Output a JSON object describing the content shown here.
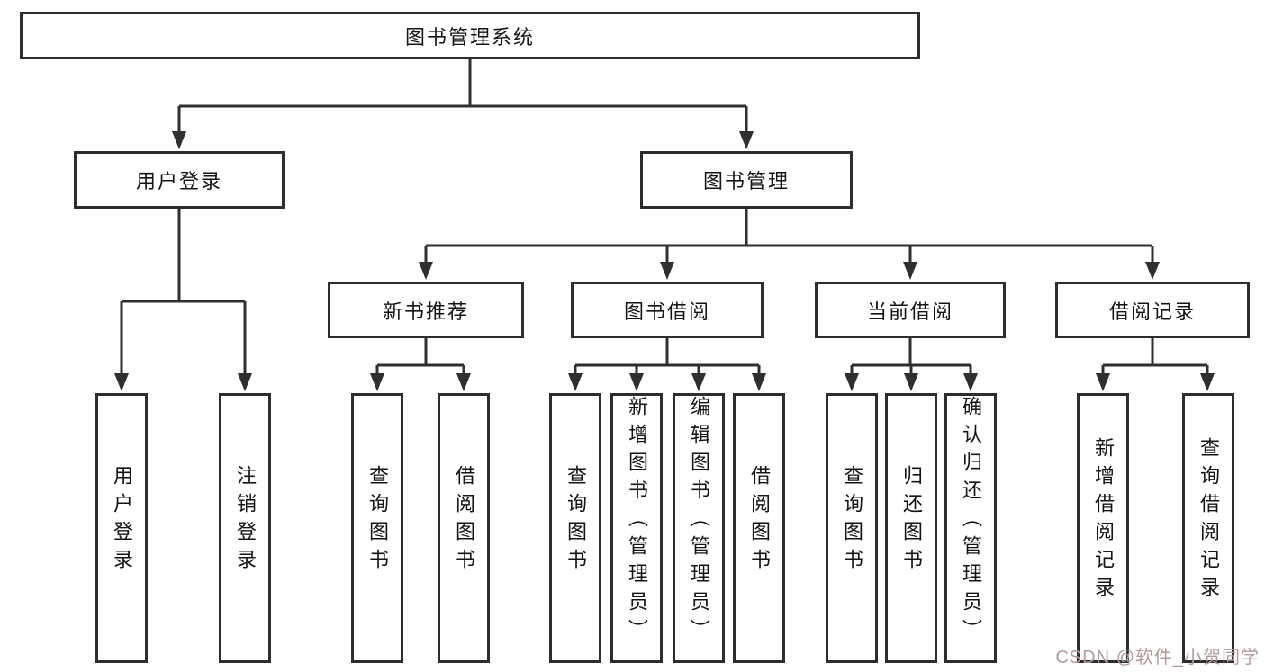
{
  "diagram": {
    "root": {
      "label": "图书管理系统",
      "children": [
        {
          "label": "用户登录",
          "children": [
            {
              "label": "用户登录"
            },
            {
              "label": "注销登录"
            }
          ]
        },
        {
          "label": "图书管理",
          "children": [
            {
              "label": "新书推荐",
              "children": [
                {
                  "label": "查询图书"
                },
                {
                  "label": "借阅图书"
                }
              ]
            },
            {
              "label": "图书借阅",
              "children": [
                {
                  "label": "查询图书"
                },
                {
                  "label": "新增图书（管理员）"
                },
                {
                  "label": "编辑图书（管理员）"
                },
                {
                  "label": "借阅图书"
                }
              ]
            },
            {
              "label": "当前借阅",
              "children": [
                {
                  "label": "查询图书"
                },
                {
                  "label": "归还图书"
                },
                {
                  "label": "确认归还（管理员）"
                }
              ]
            },
            {
              "label": "借阅记录",
              "children": [
                {
                  "label": "新增借阅记录"
                },
                {
                  "label": "查询借阅记录"
                }
              ]
            }
          ]
        }
      ]
    }
  },
  "watermark": {
    "text": "CSDN @软件_小贺同学",
    "color": "#b29a9a"
  },
  "colors": {
    "line": "#2f2f2f",
    "box_border": "#2d2d2d",
    "text": "#141414",
    "background": "#ffffff"
  }
}
